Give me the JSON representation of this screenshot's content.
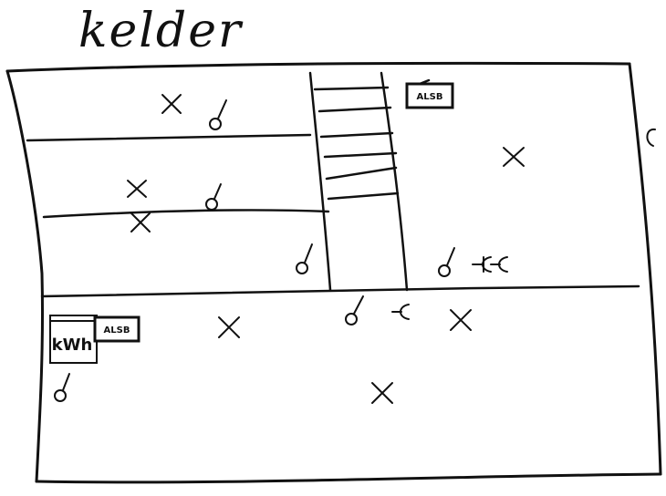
{
  "title": "kelder",
  "labels": {
    "alsb_top": "ALSB",
    "kwh": "kWh",
    "alsb_bottom": "ALSB"
  },
  "symbols": {
    "light_point": "x",
    "switch": "switch",
    "socket": "socket"
  }
}
